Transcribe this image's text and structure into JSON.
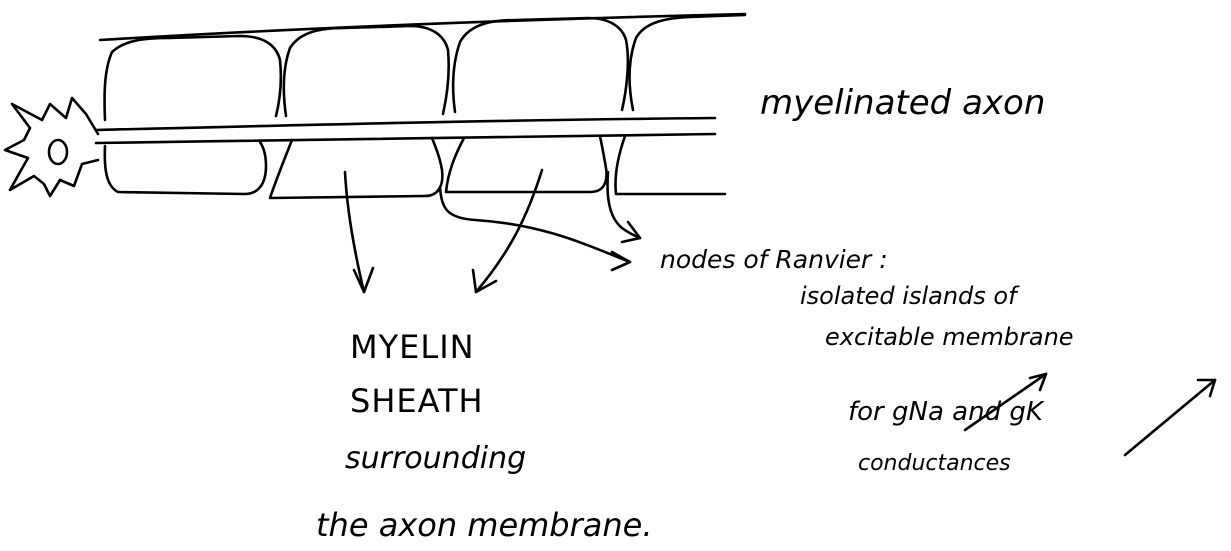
{
  "labels": {
    "axon_title": "myelinated axon",
    "nodes_title": "nodes of Ranvier :",
    "nodes_line1": "isolated islands of",
    "nodes_line2": "excitable membrane",
    "nodes_line3": "for gNa and gK",
    "nodes_line4": "conductances",
    "sheath_line1": "MYELIN",
    "sheath_line2": "SHEATH",
    "sheath_line3": "surrounding",
    "sheath_line4": "the axon membrane."
  }
}
